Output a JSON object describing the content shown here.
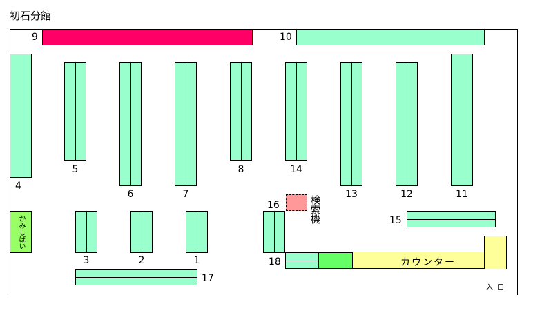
{
  "title": "初石分館",
  "shelves": {
    "s1": "1",
    "s2": "2",
    "s3": "3",
    "s4": "4",
    "s5": "5",
    "s6": "6",
    "s7": "7",
    "s8": "8",
    "s9": "9",
    "s10": "10",
    "s11": "11",
    "s12": "12",
    "s13": "13",
    "s14": "14",
    "s15": "15",
    "s16": "16",
    "s17": "17",
    "s18": "18"
  },
  "kamishibai": "かみしばい",
  "kiosk": "検索機",
  "counter": "カウンター",
  "entrance": "入口",
  "colors": {
    "shelf": "#99ffcc",
    "magazine": "#ff0066",
    "kamishibai": "#99ff66",
    "counter": "#ffff99",
    "kiosk": "#ff9999",
    "counter_desk": "#66ff66"
  }
}
